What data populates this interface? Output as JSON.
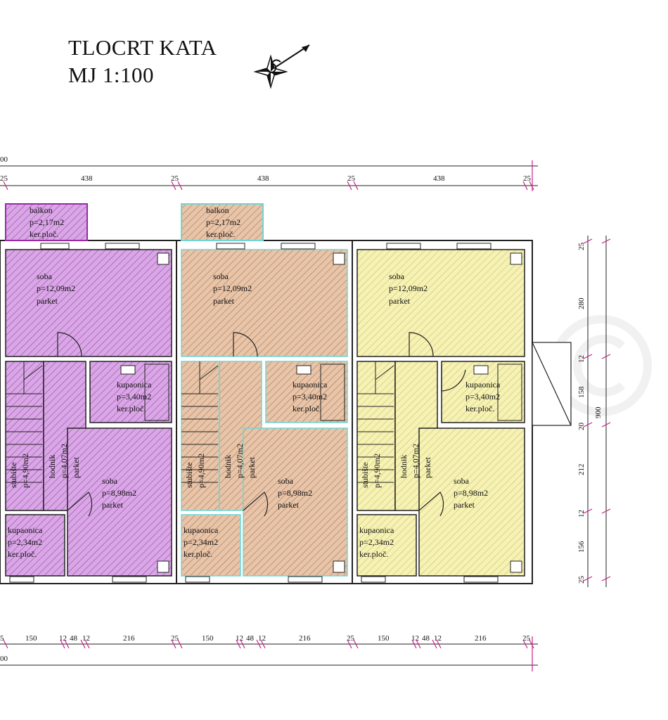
{
  "drawing": {
    "title_line1": "TLOCRT KATA",
    "title_line2": "MJ 1:100"
  },
  "dimensions": {
    "top_total": "00",
    "top_segments": [
      "25",
      "438",
      "25",
      "438",
      "25",
      "438",
      "25"
    ],
    "bottom_total": "00",
    "bottom_segments": [
      "5",
      "150",
      "12",
      "48",
      "12",
      "216",
      "25",
      "150",
      "12",
      "48",
      "12",
      "216",
      "25",
      "150",
      "12",
      "48",
      "12",
      "216",
      "25"
    ],
    "right_total": "900",
    "right_segments": [
      "25",
      "280",
      "12",
      "158",
      "20",
      "212",
      "12",
      "156",
      "25"
    ]
  },
  "colors": {
    "unit_left": "#d9a6e6",
    "unit_left_hatch": "#9a4aa8",
    "unit_middle": "#e8c4a8",
    "unit_middle_hatch": "#a8785a",
    "unit_middle_outline": "#6fd6d6",
    "unit_right": "#f6f2b4",
    "unit_right_hatch": "#c9c070",
    "wall": "#222222",
    "dimension": "#222222",
    "dimension_tick": "#c8228c",
    "watermark": "#e6e6e6"
  },
  "icons": {
    "north_arrow": "compass-star-icon",
    "watermark": "copyright-icon"
  },
  "units": [
    {
      "rooms": {
        "balkon": [
          "balkon",
          "p=2,17m2",
          "ker.ploč."
        ],
        "soba_top": [
          "soba",
          "p=12,09m2",
          "parket"
        ],
        "kupaonica_top": [
          "kupaonica",
          "p=3,40m2",
          "ker.ploč."
        ],
        "stubiste": [
          "stubište",
          "p=4,90m2"
        ],
        "hodnik": [
          "hodnik",
          "p=4,07m2",
          "parket"
        ],
        "soba_bottom": [
          "soba",
          "p=8,98m2",
          "parket"
        ],
        "kupaonica_bottom": [
          "kupaonica",
          "p=2,34m2",
          "ker.ploč."
        ]
      }
    },
    {
      "rooms": {
        "balkon": [
          "balkon",
          "p=2,17m2",
          "ker.ploč."
        ],
        "soba_top": [
          "soba",
          "p=12,09m2",
          "parket"
        ],
        "kupaonica_top": [
          "kupaonica",
          "p=3,40m2",
          "ker.ploč."
        ],
        "stubiste": [
          "stubište",
          "p=4,90m2"
        ],
        "hodnik": [
          "hodnik",
          "p=4,07m2",
          "parket"
        ],
        "soba_bottom": [
          "soba",
          "p=8,98m2",
          "parket"
        ],
        "kupaonica_bottom": [
          "kupaonica",
          "p=2,34m2",
          "ker.ploč."
        ]
      }
    },
    {
      "rooms": {
        "soba_top": [
          "soba",
          "p=12,09m2",
          "parket"
        ],
        "kupaonica_top": [
          "kupaonica",
          "p=3,40m2",
          "ker.ploč."
        ],
        "stubiste": [
          "stubište",
          "p=4,90m2"
        ],
        "hodnik": [
          "hodnik",
          "p=4,07m2",
          "parket"
        ],
        "soba_bottom": [
          "soba",
          "p=8,98m2",
          "parket"
        ],
        "kupaonica_bottom": [
          "kupaonica",
          "p=2,34m2",
          "ker.ploč."
        ]
      }
    }
  ]
}
